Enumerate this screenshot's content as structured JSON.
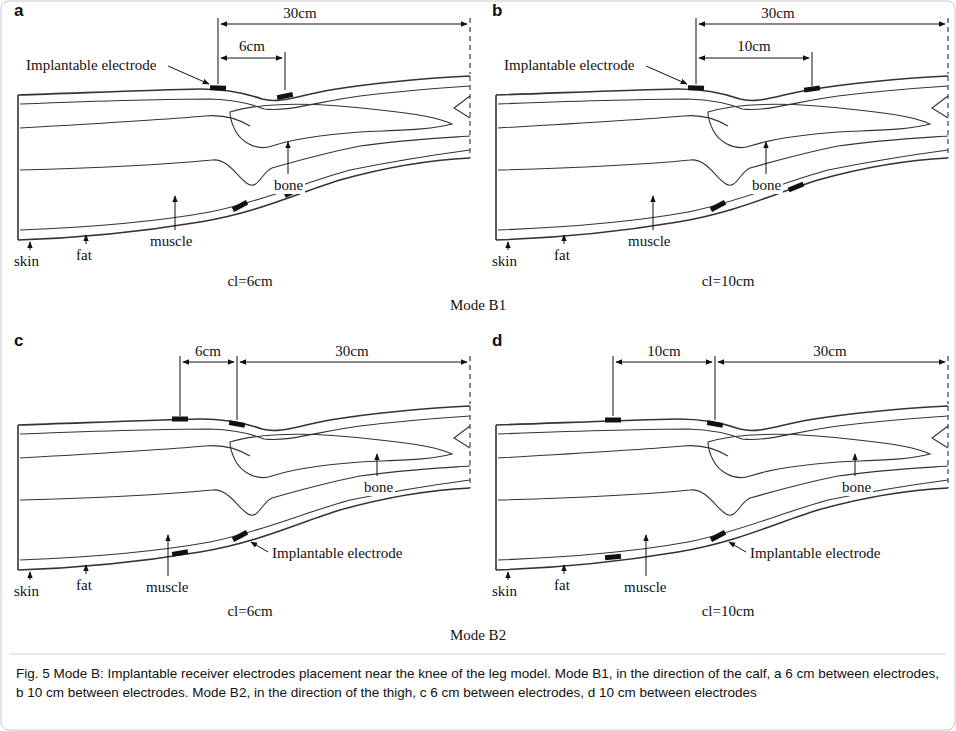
{
  "diagram": {
    "caption": "Fig. 5 Mode B: Implantable receiver electrodes placement near the knee of the leg model. Mode B1, in the direction of the calf, a 6 cm between electrodes, b 10 cm between electrodes. Mode B2, in the direction of the thigh, c 6 cm between electrodes, d 10 cm between electrodes",
    "labels": [
      "a",
      "30cm",
      "Implantable electrode",
      "6cm",
      "skin",
      "fat",
      "muscle",
      "bone",
      "cl=6cm",
      "b",
      "30cm",
      "Implantable electrode",
      "10cm",
      "skin",
      "fat",
      "muscle",
      "bone",
      "cl=10cm",
      "Mode B1",
      "c",
      "6cm",
      "30cm",
      "skin",
      "fat",
      "muscle",
      "Implantable electrode",
      "bone",
      "cl=6cm",
      "d",
      "10cm",
      "30cm",
      "skin",
      "fat",
      "muscle",
      "Implantable electrode",
      "bone",
      "cl=10cm",
      "Mode B2"
    ]
  }
}
